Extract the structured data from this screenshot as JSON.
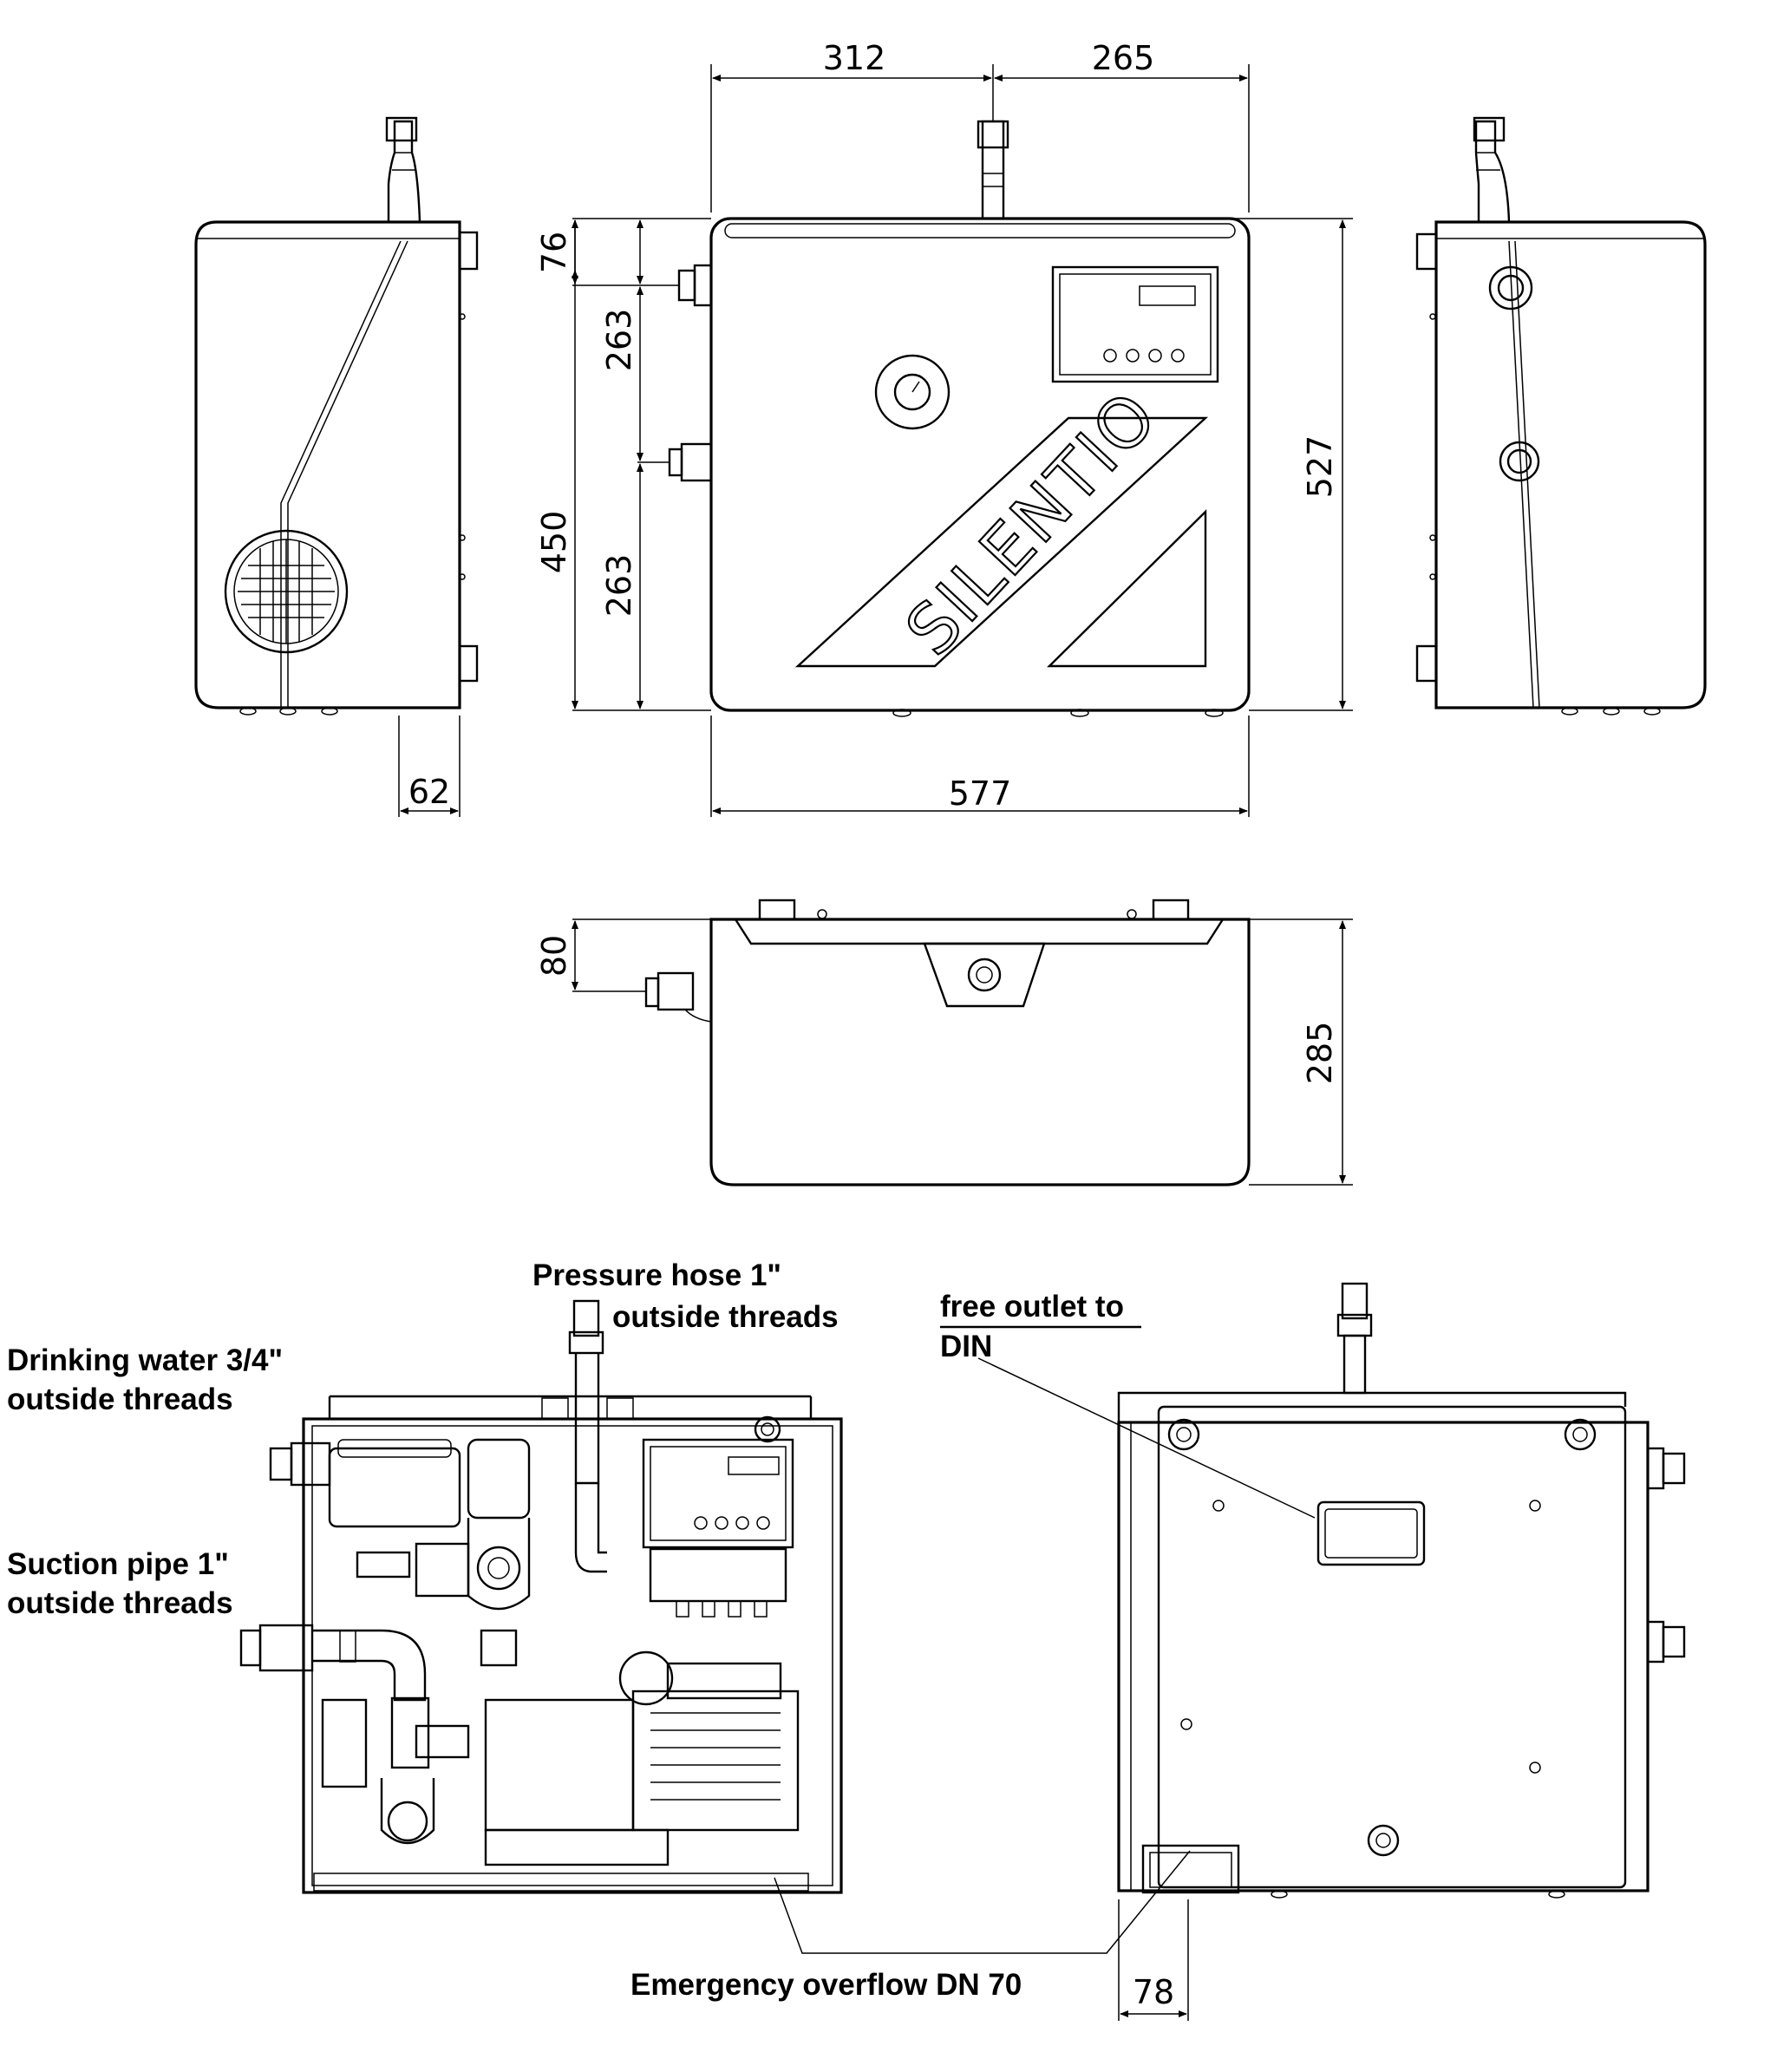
{
  "brand": "SILENTIO",
  "dimensions": {
    "d312": "312",
    "d265": "265",
    "d76": "76",
    "d263a": "263",
    "d263b": "263",
    "d450": "450",
    "d527": "527",
    "d577": "577",
    "d62": "62",
    "d80": "80",
    "d285": "285",
    "d78": "78"
  },
  "labels": {
    "pressure_hose_1": "Pressure hose 1\"",
    "pressure_hose_2": "outside threads",
    "drinking_water_1": "Drinking water 3/4\"",
    "drinking_water_2": "outside threads",
    "suction_pipe_1": "Suction pipe 1\"",
    "suction_pipe_2": "outside threads",
    "free_outlet_1": "free outlet to",
    "free_outlet_2": "DIN",
    "emergency_overflow": "Emergency overflow DN 70"
  }
}
